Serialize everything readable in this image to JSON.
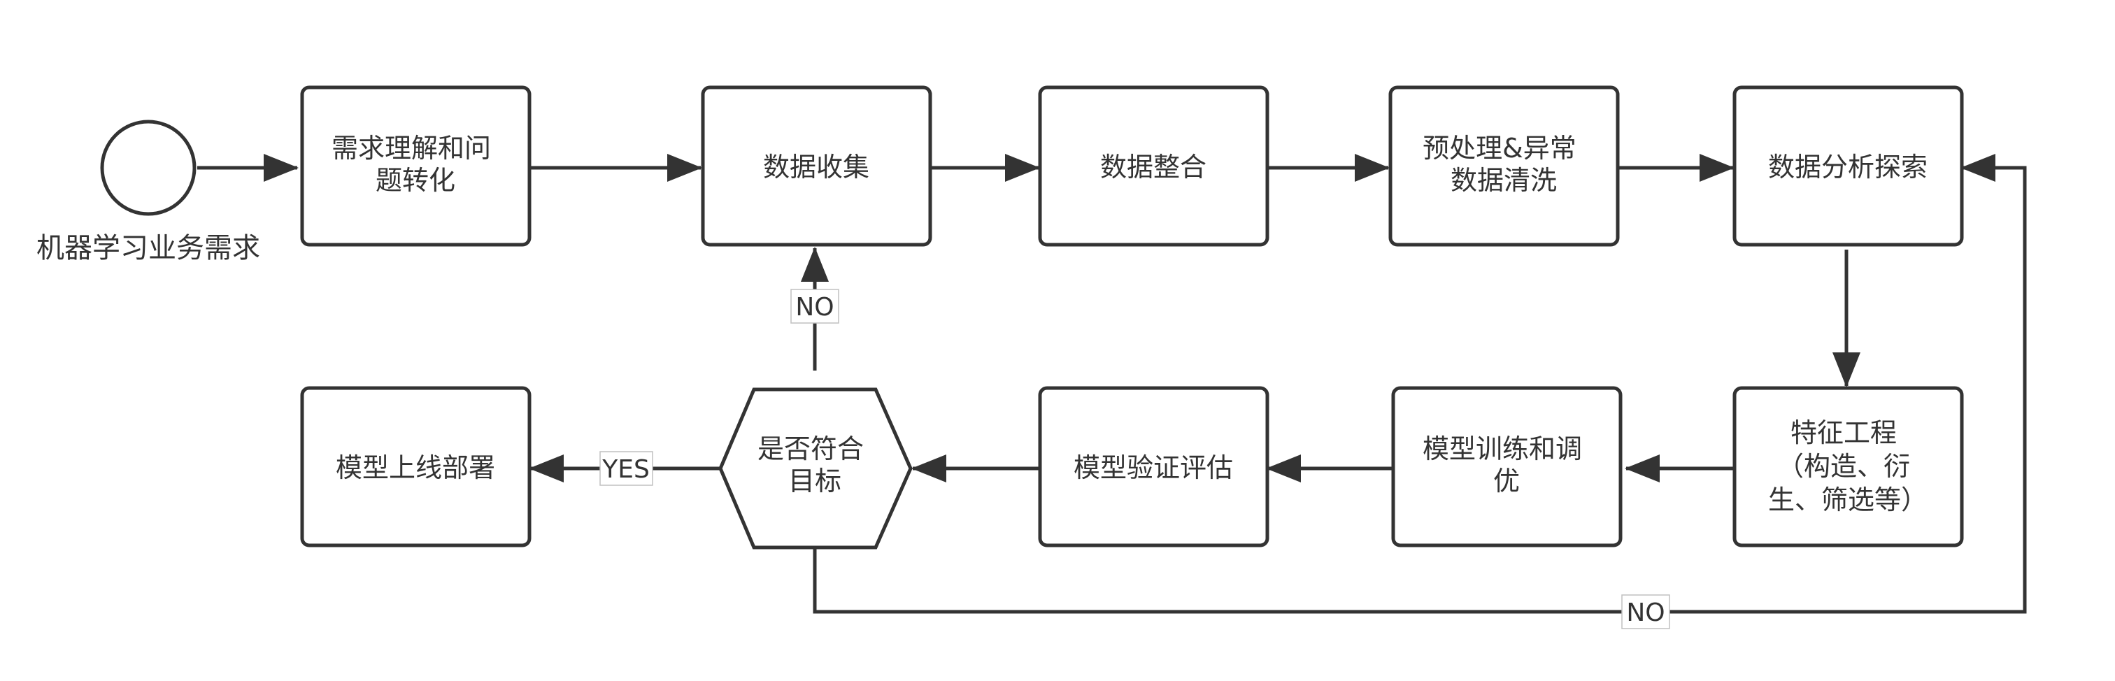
{
  "nodes": {
    "start": {
      "label": "机器学习业务需求"
    },
    "understand": {
      "lines": [
        "需求理解和问",
        "题转化"
      ]
    },
    "collect": {
      "lines": [
        "数据收集"
      ]
    },
    "integrate": {
      "lines": [
        "数据整合"
      ]
    },
    "clean": {
      "lines": [
        "预处理&异常",
        "数据清洗"
      ]
    },
    "explore": {
      "lines": [
        "数据分析探索"
      ]
    },
    "feature": {
      "lines": [
        "特征工程",
        "（构造、衍",
        "生、筛选等）"
      ]
    },
    "train": {
      "lines": [
        "模型训练和调",
        "优"
      ]
    },
    "validate": {
      "lines": [
        "模型验证评估"
      ]
    },
    "decision": {
      "lines": [
        "是否符合",
        "目标"
      ]
    },
    "deploy": {
      "lines": [
        "模型上线部署"
      ]
    }
  },
  "edge_labels": {
    "no_up": "NO",
    "yes": "YES",
    "no_loop": "NO"
  },
  "colors": {
    "stroke": "#333333",
    "fill": "#ffffff",
    "text": "#333333"
  }
}
